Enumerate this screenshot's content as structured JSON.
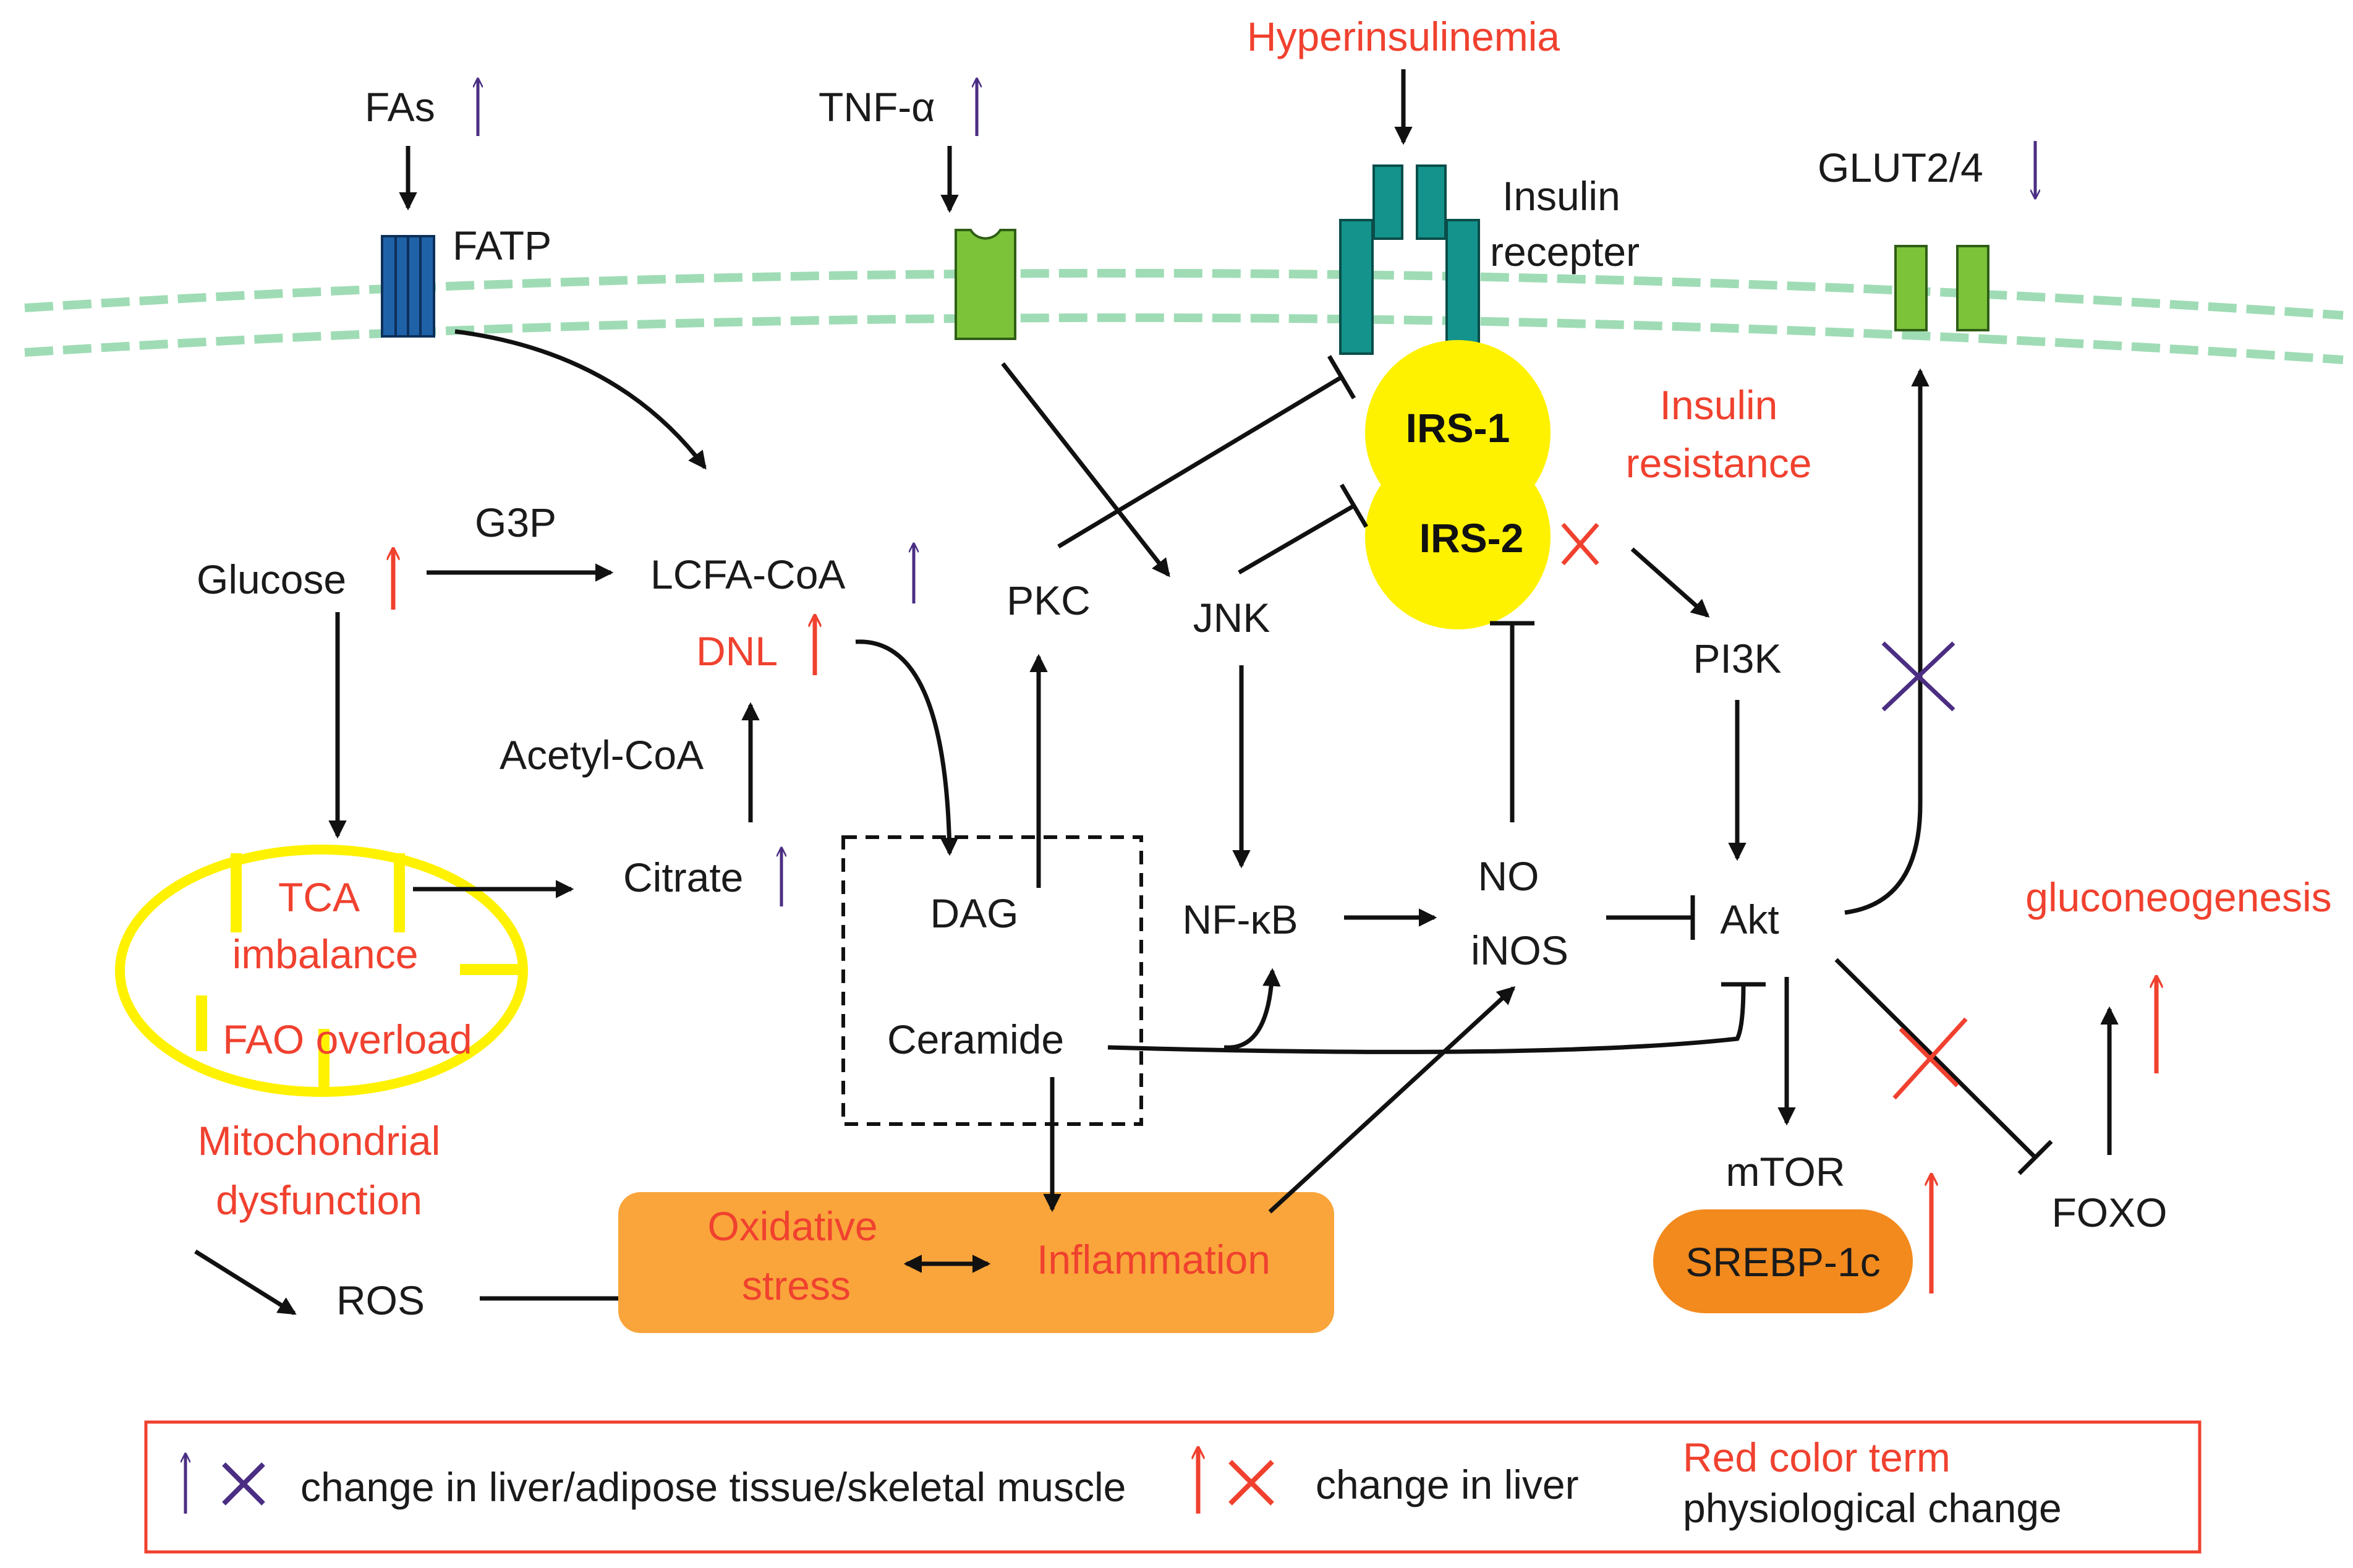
{
  "colors": {
    "black_term": "#1a1a1a",
    "red_term": "#f0412f",
    "purple_arrow": "#4b2e83",
    "membrane": "#9fdcb5",
    "receptor_teal": "#14938d",
    "glut_green": "#7dc33a",
    "fatp_blue": "#2062a8",
    "irs_yellow": "#fff200",
    "mito_yellow": "#fff200",
    "orange_box": "#f9a53b",
    "srebp_orange": "#f28a1e"
  },
  "inputs": {
    "fas": "FAs",
    "tnf": "TNF-α",
    "hyperinsulinemia": "Hyperinsulinemia",
    "glut": "GLUT2/4"
  },
  "membrane": {
    "fatp": "FATP",
    "insulin_receptor_line1": "Insulin",
    "insulin_receptor_line2": "recepter"
  },
  "nodes": {
    "irs1": "IRS-1",
    "irs2": "IRS-2",
    "insulin_resistance_line1": "Insulin",
    "insulin_resistance_line2": "resistance",
    "glucose": "Glucose",
    "g3p": "G3P",
    "lcfa_coa": "LCFA-CoA",
    "dnl": "DNL",
    "acetyl_coa": "Acetyl-CoA",
    "citrate": "Citrate",
    "pkc": "PKC",
    "jnk": "JNK",
    "pi3k": "PI3K",
    "dag": "DAG",
    "ceramide": "Ceramide",
    "nfkb": "NF-κB",
    "no": "NO",
    "inos": "iNOS",
    "akt": "Akt",
    "mtor": "mTOR",
    "srebp": "SREBP-1c",
    "foxo": "FOXO",
    "gluconeogenesis": "gluconeogenesis",
    "tca_line1": "TCA",
    "tca_line2": "imbalance",
    "fao": "FAO overload",
    "mito_line1": "Mitochondrial",
    "mito_line2": "dysfunction",
    "ros": "ROS",
    "oxidative_line1": "Oxidative",
    "oxidative_line2": "stress",
    "inflammation": "Inflammation"
  },
  "legend": {
    "purple_text": "change in liver/adipose tissue/skeletal muscle",
    "red_text": "change in liver",
    "red_term_title": "Red color term",
    "red_term_desc": "physiological change"
  }
}
